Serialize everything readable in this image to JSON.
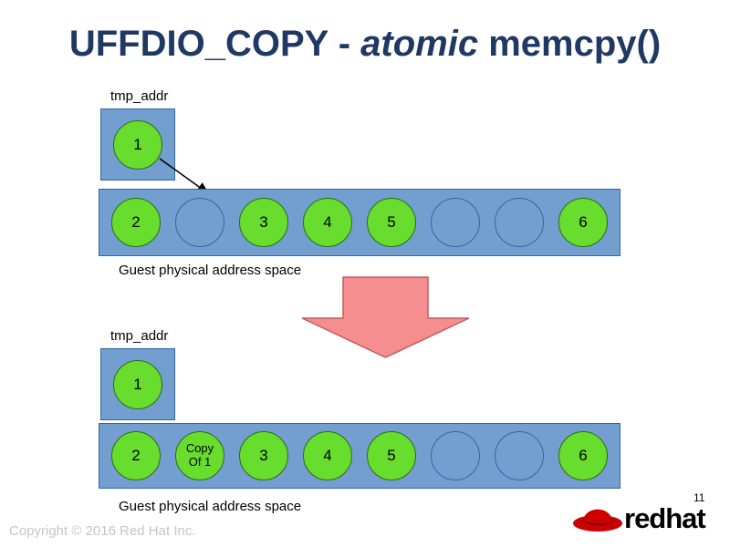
{
  "title": {
    "prefix": "UFFDIO_COPY - ",
    "italic": "atomic",
    "suffix": " memcpy()"
  },
  "top": {
    "tmp_label": "tmp_addr",
    "tmp_cell": "1",
    "cells": [
      {
        "label": "2",
        "filled": true
      },
      {
        "label": "",
        "filled": false
      },
      {
        "label": "3",
        "filled": true
      },
      {
        "label": "4",
        "filled": true
      },
      {
        "label": "5",
        "filled": true
      },
      {
        "label": "",
        "filled": false
      },
      {
        "label": "",
        "filled": false
      },
      {
        "label": "6",
        "filled": true
      }
    ],
    "caption": "Guest physical address space"
  },
  "bottom": {
    "tmp_label": "tmp_addr",
    "tmp_cell": "1",
    "cells": [
      {
        "label": "2",
        "filled": true
      },
      {
        "label": "Copy Of 1",
        "filled": true,
        "small": true
      },
      {
        "label": "3",
        "filled": true
      },
      {
        "label": "4",
        "filled": true
      },
      {
        "label": "5",
        "filled": true
      },
      {
        "label": "",
        "filled": false
      },
      {
        "label": "",
        "filled": false
      },
      {
        "label": "6",
        "filled": true
      }
    ],
    "caption": "Guest physical address space"
  },
  "footer": {
    "copyright": "Copyright © 2016 Red Hat Inc.",
    "page_number": "11",
    "logo_text": "redhat"
  },
  "colors": {
    "title": "#1F3864",
    "box_fill": "#729FCF",
    "box_border": "#3465A4",
    "page_green": "#68DD2D",
    "arrow_pink": "#F58F8F",
    "logo_red": "#CC0000",
    "copyright_gray": "#C6C6C6"
  }
}
